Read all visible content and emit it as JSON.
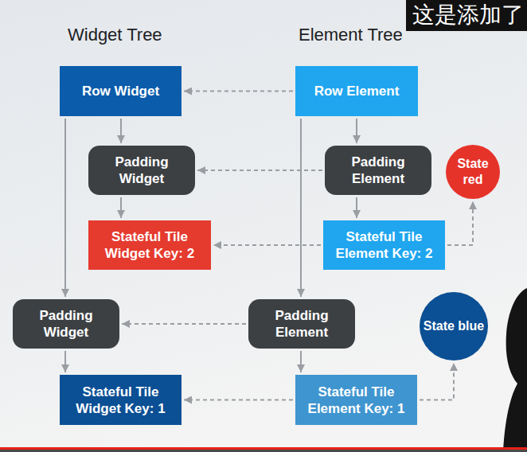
{
  "diagram": {
    "nodes": [
      {
        "text": [
          "Row Widget"
        ]
      },
      {
        "text": [
          "Row Element"
        ]
      },
      {
        "text": [
          "Padding Widget"
        ]
      },
      {
        "text": [
          "Padding Element"
        ]
      },
      {
        "text": [
          "State red"
        ]
      },
      {
        "text": [
          "Stateful Tile Widget Key: 2"
        ]
      },
      {
        "text": [
          "Stateful Tile Element Key: 2"
        ]
      },
      {
        "text": [
          "Padding Widget"
        ]
      },
      {
        "text": [
          "Padding Element"
        ]
      },
      {
        "text": [
          "State blue"
        ]
      },
      {
        "text": [
          "Stateful Tile Widget Key: 1"
        ]
      },
      {
        "text": [
          "Stateful Tile Element Key: 1"
        ]
      }
    ],
    "edges": [
      {
        "from": 0,
        "to": 2,
        "arrow": "to"
      },
      {
        "from": 2,
        "to": 5,
        "arrow": "to"
      },
      {
        "from": 0,
        "to": 7,
        "arrow": "to"
      },
      {
        "from": 7,
        "to": 10,
        "arrow": "to"
      },
      {
        "from": 1,
        "to": 3,
        "arrow": "to"
      },
      {
        "from": 3,
        "to": 6,
        "arrow": "to"
      },
      {
        "from": 1,
        "to": 8,
        "arrow": "to"
      },
      {
        "from": 8,
        "to": 11,
        "arrow": "to"
      },
      {
        "from": 1,
        "to": 0,
        "arrow": "to"
      },
      {
        "from": 3,
        "to": 2,
        "arrow": "to"
      },
      {
        "from": 6,
        "to": 5,
        "arrow": "to"
      },
      {
        "from": 8,
        "to": 7,
        "arrow": "to"
      },
      {
        "from": 11,
        "to": 10,
        "arrow": "to"
      },
      {
        "from": 6,
        "to": 4,
        "arrow": "to"
      },
      {
        "from": 11,
        "to": 9,
        "arrow": "to"
      }
    ],
    "labels": [
      "Widget Tree",
      "Element Tree",
      "这是添加了"
    ]
  }
}
